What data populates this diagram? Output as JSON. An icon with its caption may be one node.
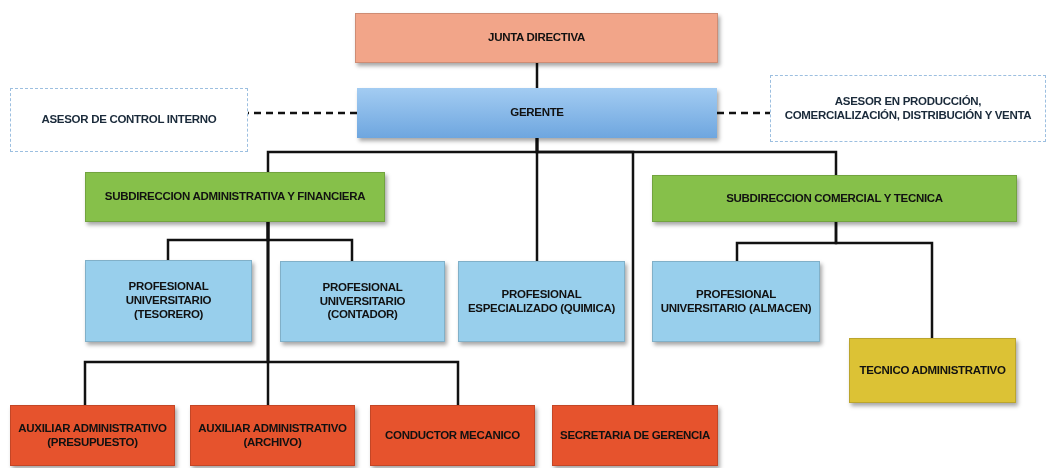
{
  "diagram": {
    "nodes": [
      {
        "text": [
          "JUNTA DIRECTIVA"
        ]
      },
      {
        "text": [
          "ASESOR DE CONTROL INTERNO"
        ]
      },
      {
        "text": [
          "GERENTE"
        ]
      },
      {
        "text": [
          "ASESOR EN PRODUCCIÓN, COMERCIALIZACIÓN, DISTRIBUCIÓN Y VENTA"
        ]
      },
      {
        "text": [
          "SUBDIRECCION ADMINISTRATIVA Y FINANCIERA"
        ]
      },
      {
        "text": [
          "SUBDIRECCION COMERCIAL Y TECNICA"
        ]
      },
      {
        "text": [
          "PROFESIONAL UNIVERSITARIO (TESORERO)"
        ]
      },
      {
        "text": [
          "PROFESIONAL UNIVERSITARIO (CONTADOR)"
        ]
      },
      {
        "text": [
          "PROFESIONAL ESPECIALIZADO (QUIMICA)"
        ]
      },
      {
        "text": [
          "PROFESIONAL UNIVERSITARIO (ALMACEN)"
        ]
      },
      {
        "text": [
          "TECNICO ADMINISTRATIVO"
        ]
      },
      {
        "text": [
          "AUXILIAR ADMINISTRATIVO (PRESUPUESTO)"
        ]
      },
      {
        "text": [
          "AUXILIAR ADMINISTRATIVO (ARCHIVO)"
        ]
      },
      {
        "text": [
          "CONDUCTOR MECANICO"
        ]
      },
      {
        "text": [
          "SECRETARIA DE GERENCIA"
        ]
      }
    ],
    "edges": [
      {
        "from": 0,
        "to": 2,
        "arrow": "none"
      },
      {
        "from": 2,
        "to": 1,
        "arrow": "none",
        "style": "dashed"
      },
      {
        "from": 2,
        "to": 3,
        "arrow": "none",
        "style": "dashed"
      },
      {
        "from": 2,
        "to": 4,
        "arrow": "none"
      },
      {
        "from": 2,
        "to": 8,
        "arrow": "none"
      },
      {
        "from": 2,
        "to": 14,
        "arrow": "none"
      },
      {
        "from": 2,
        "to": 5,
        "arrow": "none"
      },
      {
        "from": 4,
        "to": 6,
        "arrow": "none"
      },
      {
        "from": 4,
        "to": 7,
        "arrow": "none"
      },
      {
        "from": 4,
        "to": 11,
        "arrow": "none"
      },
      {
        "from": 4,
        "to": 12,
        "arrow": "none"
      },
      {
        "from": 4,
        "to": 13,
        "arrow": "none"
      },
      {
        "from": 5,
        "to": 9,
        "arrow": "none"
      },
      {
        "from": 5,
        "to": 10,
        "arrow": "none"
      }
    ]
  }
}
